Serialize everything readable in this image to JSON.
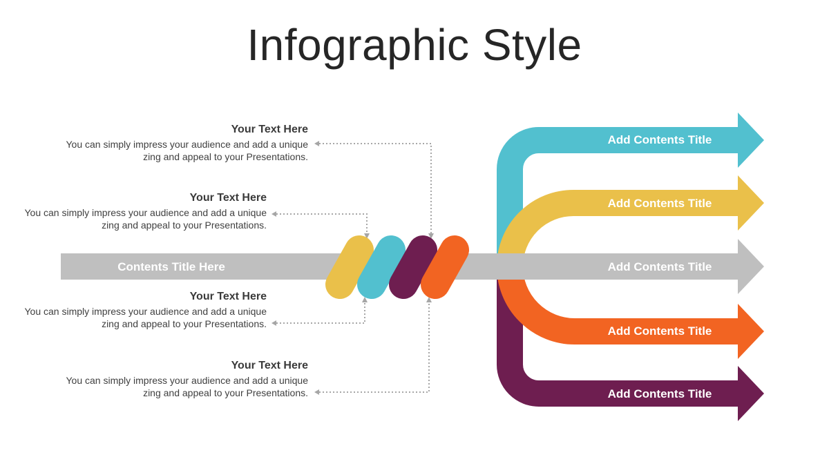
{
  "title": "Infographic Style",
  "main_bar": {
    "label": "Contents Title Here",
    "color": "#bfbfbf"
  },
  "colors": {
    "teal": "#52c0cf",
    "yellow": "#eac04a",
    "plum": "#6e1e50",
    "orange": "#f26422",
    "gray": "#bfbfbf",
    "dotted_line": "#a6a6a6"
  },
  "text_blocks": [
    {
      "heading": "Your Text Here",
      "body": "You can simply impress your audience and add a unique zing and appeal to your Presentations."
    },
    {
      "heading": "Your Text Here",
      "body": "You can simply impress your audience and add a unique zing and appeal to your Presentations."
    },
    {
      "heading": "Your Text Here",
      "body": "You can simply impress your audience and add a unique zing and appeal to your Presentations."
    },
    {
      "heading": "Your Text Here",
      "body": "You can simply impress your audience and add a unique zing and appeal to your Presentations."
    }
  ],
  "arrows": [
    {
      "label": "Add Contents Title",
      "color": "#52c0cf"
    },
    {
      "label": "Add Contents Title",
      "color": "#eac04a"
    },
    {
      "label": "Add Contents Title",
      "color": "#bfbfbf"
    },
    {
      "label": "Add Contents Title",
      "color": "#f26422"
    },
    {
      "label": "Add Contents Title",
      "color": "#6e1e50"
    }
  ]
}
